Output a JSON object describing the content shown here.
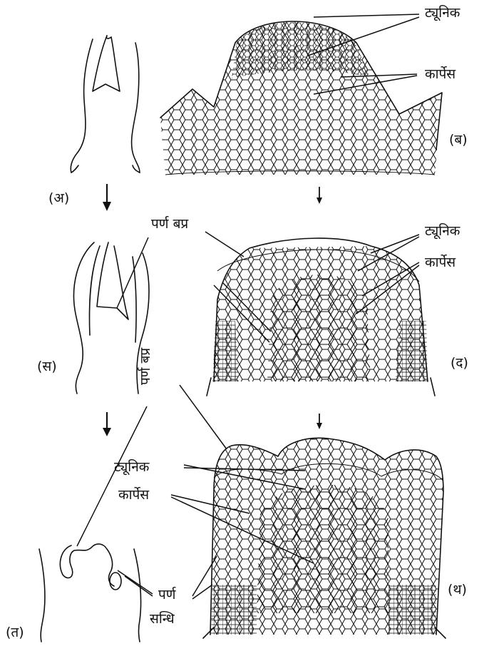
{
  "labels": {
    "panel_a": "(अ)",
    "panel_b": "(ब)",
    "panel_s": "(स)",
    "panel_d": "(द)",
    "panel_t": "(त)",
    "panel_th": "(थ)",
    "tunica_1": "ट्यूनिक",
    "corpus_1": "कार्पेस",
    "leaf_buttress": "पर्ण बप्र",
    "tunica_2": "ट्यूनिक",
    "corpus_2": "कार्पेस",
    "leaf_vertical": "पर्ण बप्र",
    "tunica_3": "ट्यूनिक",
    "corpus_3": "कार्पेस",
    "parn": "पर्ण",
    "sandhi": "सन्धि"
  }
}
